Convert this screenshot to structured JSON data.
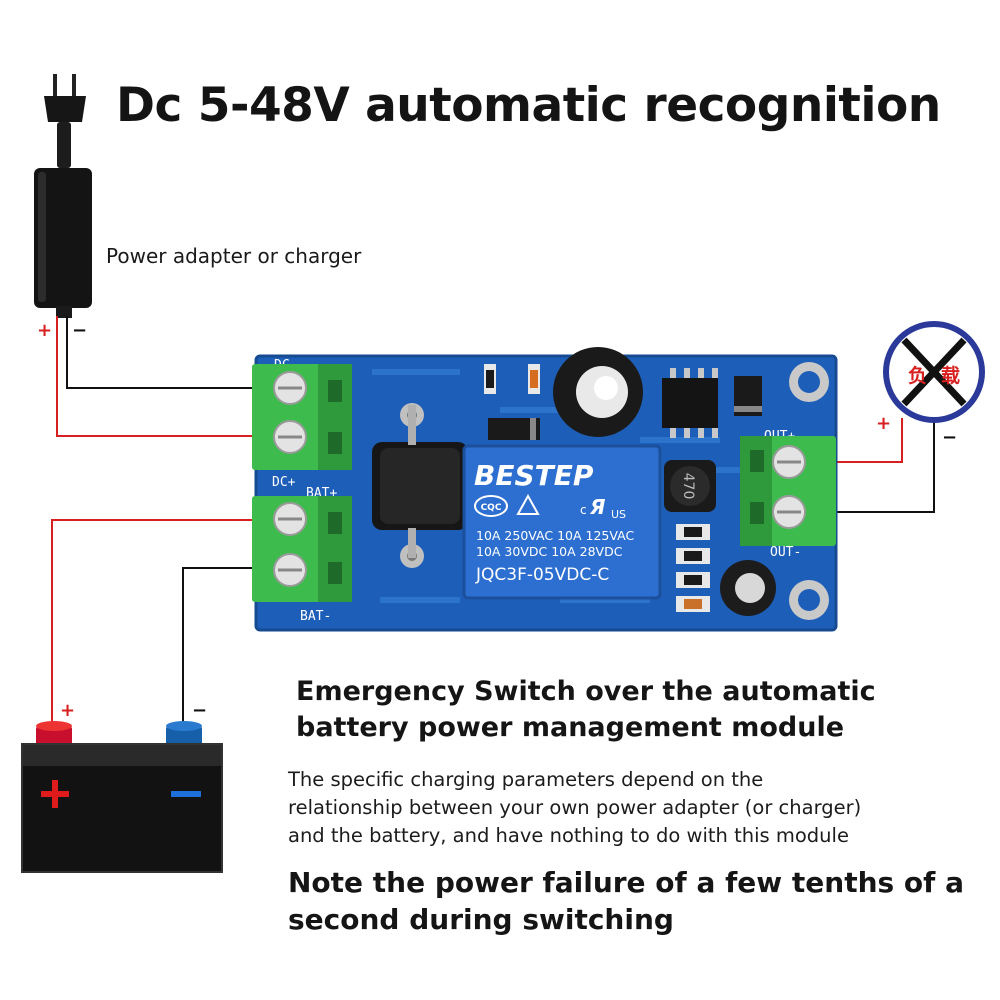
{
  "title": "Dc 5-48V automatic recognition",
  "adapter_label": "Power adapter or charger",
  "heading_line1": "Emergency Switch over the automatic",
  "heading_line2": "battery power management module",
  "description_lines": [
    "The specific charging parameters depend on the",
    "relationship between your own power adapter (or charger)",
    "and the battery, and have nothing to do with this module"
  ],
  "note_line1": "Note the power failure of a few tenths of a",
  "note_line2": "second during switching",
  "board": {
    "label_dc_minus": "DC-",
    "label_dc_plus": "DC+",
    "label_bat_plus": "BAT+",
    "label_bat_minus": "BAT-",
    "label_out_plus": "OUT+",
    "label_out_minus": "OUT-",
    "relay_brand": "BESTEP",
    "relay_cert1": "CQC",
    "relay_cert2": "c",
    "relay_cert3": "US",
    "relay_rating1": "10A 250VAC  10A 125VAC",
    "relay_rating2": "10A  30VDC  10A  28VDC",
    "relay_model": "JQC3F-05VDC-C",
    "inductor_code": "470"
  },
  "load_sign": {
    "char1": "负",
    "char2": "载"
  },
  "polarity": {
    "plus": "+",
    "minus": "−"
  },
  "colors": {
    "pcb": "#1d5fb8",
    "terminal": "#3dbb4c",
    "positive_wire": "#d92020",
    "negative_wire": "#111111",
    "relay": "#2d6fd0"
  }
}
